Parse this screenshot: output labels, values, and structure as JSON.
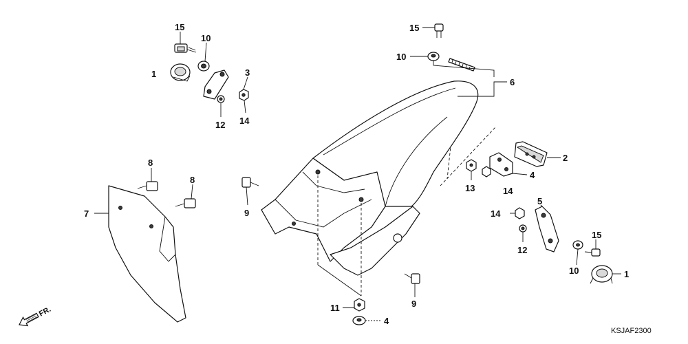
{
  "callouts": {
    "c1_top": "1",
    "c15_top": "15",
    "c10_top": "10",
    "c3": "3",
    "c12_top": "12",
    "c14_top": "14",
    "c15_mid": "15",
    "c10_mid": "10",
    "c6": "6",
    "c2": "2",
    "c4_right": "4",
    "c14_right": "14",
    "c13": "13",
    "c5": "5",
    "c14_lower": "14",
    "c12_lower": "12",
    "c15_lower": "15",
    "c10_lower": "10",
    "c1_lower": "1",
    "c8_a": "8",
    "c8_b": "8",
    "c7": "7",
    "c9_left": "9",
    "c9_bottom": "9",
    "c11": "11",
    "c4_bottom": "4"
  },
  "direction_label": "FR.",
  "diagram_code": "KSJAF2300"
}
